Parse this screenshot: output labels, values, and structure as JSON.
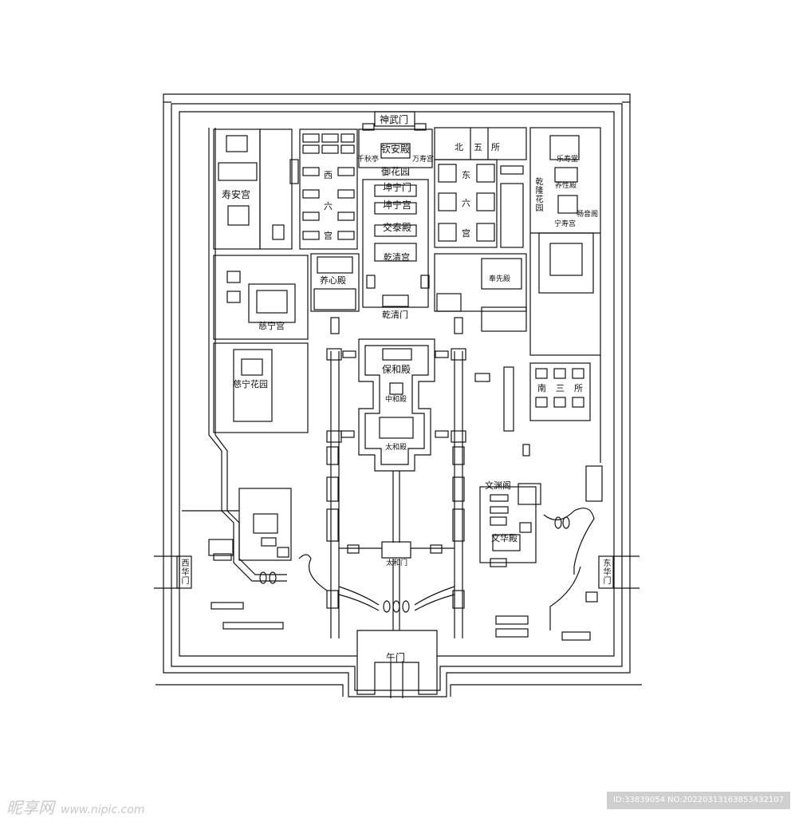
{
  "gates": {
    "shenwu": "神武门",
    "qianqing": "乾清门",
    "taihe_gate": "太和门",
    "wu": "午门",
    "xihua": "西华门",
    "donghua": "东华门"
  },
  "halls": {
    "qinan": "钦安殿",
    "yuhuayuan": "御花园",
    "qianqiuting": "千秋亭",
    "wanshougong": "万寿宫",
    "kunningmen": "坤宁门",
    "kunninggong": "坤宁宫",
    "jiaotai": "交泰殿",
    "qianqinggong": "乾清宫",
    "yangxin": "养心殿",
    "baohe": "保和殿",
    "zhonghe": "中和殿",
    "taihe_hall": "太和殿",
    "wenyuange": "文渊阁",
    "wenhua": "文华殿",
    "fengxian": "奉先殿"
  },
  "west": {
    "shouan": "寿安宫",
    "cining": "慈宁宫",
    "ciningyuan": "慈宁花园",
    "xiliu_1": "西",
    "xiliu_2": "六",
    "xiliu_3": "宫"
  },
  "east": {
    "dongliu_1": "东",
    "dongliu_2": "六",
    "dongliu_3": "宫",
    "beiwusuo_1": "北",
    "beiwusuo_2": "五",
    "beiwusuo_3": "所",
    "nansansuo_1": "南",
    "nansansuo_2": "三",
    "nansansuo_3": "所",
    "qianlong_garden": "乾隆花园",
    "leshoutang": "乐寿堂",
    "yangxingdian": "养性殿",
    "changyinge": "畅音阁",
    "ningshougong": "宁寿宫"
  },
  "footer": {
    "watermark": "昵享网",
    "site": "www.nipic.com",
    "image_id": "ID:33839054 NO:20220313163853432107"
  }
}
